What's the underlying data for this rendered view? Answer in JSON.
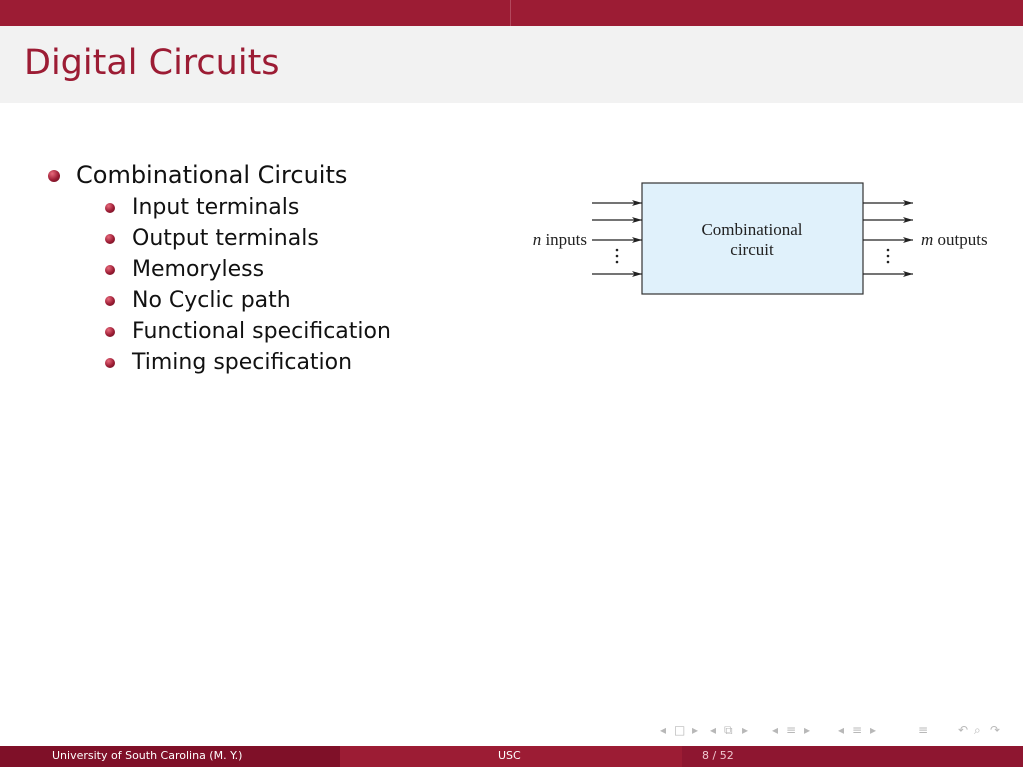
{
  "slide": {
    "title": "Digital Circuits",
    "bullets": [
      {
        "text": "Combinational Circuits",
        "subitems": [
          "Input terminals",
          "Output terminals",
          "Memoryless",
          "No Cyclic path",
          "Functional specification",
          "Timing specification"
        ]
      }
    ]
  },
  "diagram": {
    "block_line1": "Combinational",
    "block_line2": "circuit",
    "inputs_var": "n",
    "inputs_word": " inputs",
    "outputs_var": "m",
    "outputs_word": " outputs",
    "block_color": "#e0f1fb"
  },
  "footer": {
    "author": "University of South Carolina (M. Y.)",
    "institute": "USC",
    "page": "8 / 52"
  },
  "colors": {
    "accent": "#9c1c34",
    "title_bg": "#f2f2f2"
  }
}
